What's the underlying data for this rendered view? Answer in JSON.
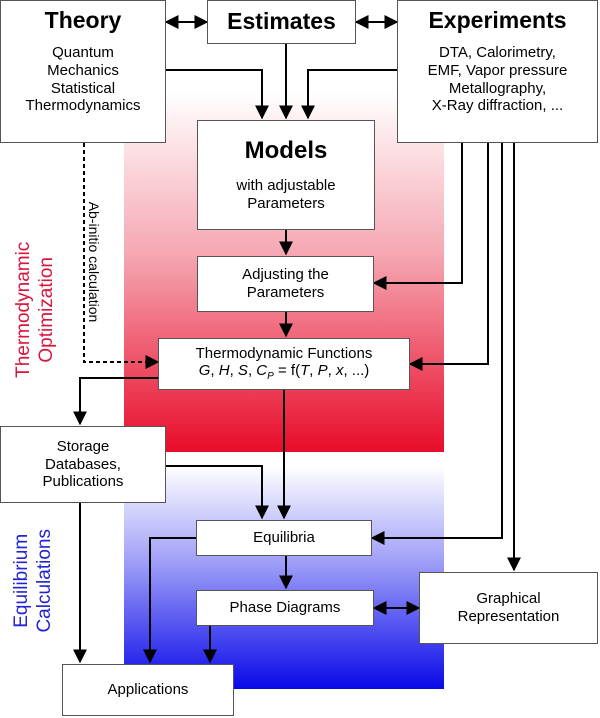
{
  "boxes": {
    "theory": {
      "title": "Theory",
      "lines": [
        "Quantum",
        "Mechanics",
        "Statistical",
        "Thermodynamics"
      ]
    },
    "estimates": {
      "title": "Estimates"
    },
    "experiments": {
      "title": "Experiments",
      "lines": [
        "DTA, Calorimetry,",
        "EMF, Vapor pressure",
        "Metallography,",
        "X-Ray diffraction, ..."
      ]
    },
    "models": {
      "title": "Models",
      "lines": [
        "with adjustable",
        "Parameters"
      ]
    },
    "adjusting": {
      "lines": [
        "Adjusting the",
        "Parameters"
      ]
    },
    "thermo_functions": {
      "line1": "Thermodynamic Functions",
      "g": "G",
      "h": "H",
      "s": "S",
      "c": "C",
      "c_sub": "P",
      "eq_f": "= f(",
      "t": "T",
      "p": "P",
      "x": "x",
      "tail": ", ...)"
    },
    "storage": {
      "lines": [
        "Storage",
        "Databases,",
        "Publications"
      ]
    },
    "equilibria": {
      "label": "Equilibria"
    },
    "phase_diagrams": {
      "label": "Phase Diagrams"
    },
    "graphical": {
      "lines": [
        "Graphical",
        "Representation"
      ]
    },
    "applications": {
      "label": "Applications"
    }
  },
  "side_labels": {
    "optimization": [
      "Thermodynamic",
      "Optimization"
    ],
    "equilibrium": [
      "Equilibrium",
      "Calculations"
    ],
    "ab_initio": "Ab-initio calculation"
  },
  "colors": {
    "optimization_red": "#e80c2a",
    "equilibrium_blue": "#0909e8",
    "opt_label": "#d8153c",
    "eq_label": "#2323d4"
  }
}
